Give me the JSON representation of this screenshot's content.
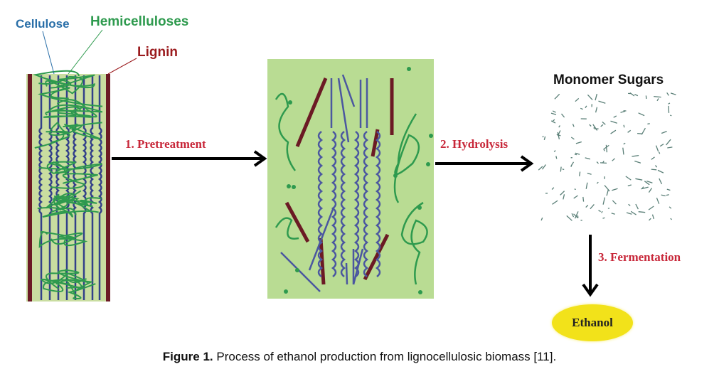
{
  "figure": {
    "caption_label": "Figure 1.",
    "caption_text": " Process of ethanol production from lignocellulosic biomass [11]."
  },
  "components": {
    "cellulose": "Cellulose",
    "hemicelluloses": "Hemicelluloses",
    "lignin": "Lignin"
  },
  "steps": [
    {
      "label": "1. Pretreatment"
    },
    {
      "label": "2. Hydrolysis"
    },
    {
      "label": "3. Fermentation"
    }
  ],
  "stages": {
    "monomer_sugars": "Monomer Sugars",
    "product": "Ethanol"
  },
  "colors": {
    "cellulose": "#2a6fa8",
    "hemicellulose": "#2e9a4e",
    "lignin": "#6b1a24",
    "panel_bg": "#b9dc93",
    "step_text": "#c8283a",
    "ethanol_fill": "#f2e21a"
  }
}
